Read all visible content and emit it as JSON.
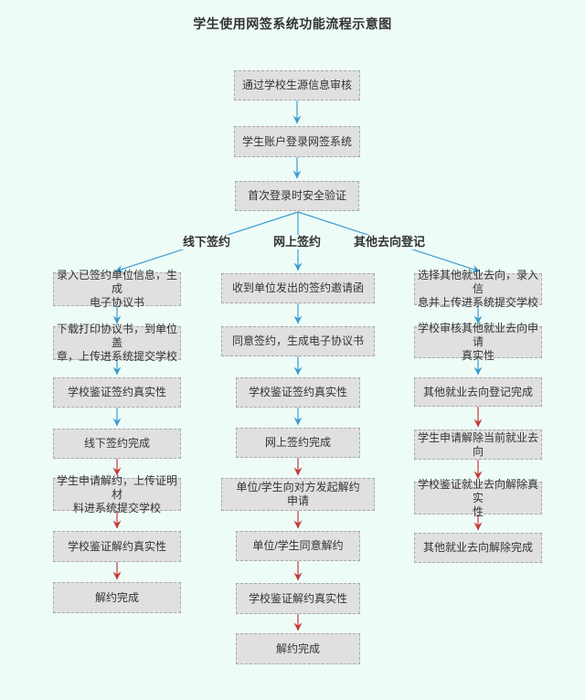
{
  "title": "学生使用网签系统功能流程示意图",
  "edge_labels": {
    "offline": "线下签约",
    "online": "网上签约",
    "other": "其他去向登记"
  },
  "nodes": {
    "t1": "通过学校生源信息审核",
    "t2": "学生账户登录网签系统",
    "t3": "首次登录时安全验证",
    "l1": "录入已签约单位信息，生成\n电子协议书",
    "l2": "下载打印协议书，到单位盖\n章，上传进系统提交学校",
    "l3": "学校鉴证签约真实性",
    "l4": "线下签约完成",
    "l5": "学生申请解约，上传证明材\n料进系统提交学校",
    "l6": "学校鉴证解约真实性",
    "l7": "解约完成",
    "m1": "收到单位发出的签约邀请函",
    "m2": "同意签约，生成电子协议书",
    "m3": "学校鉴证签约真实性",
    "m4": "网上签约完成",
    "m5": "单位/学生向对方发起解约\n申请",
    "m6": "单位/学生同意解约",
    "m7": "学校鉴证解约真实性",
    "m8": "解约完成",
    "r1": "选择其他就业去向，录入信\n息并上传进系统提交学校",
    "r2": "学校审核其他就业去向申请\n真实性",
    "r3": "其他就业去向登记完成",
    "r4": "学生申请解除当前就业去向",
    "r5": "学校鉴证就业去向解除真实\n性",
    "r6": "其他就业去向解除完成"
  },
  "colors": {
    "background": "#eefcf8",
    "node_fill": "#e0e0e0",
    "node_border": "#a9a9a9",
    "text": "#333333",
    "arrow_blue": "#3e9ccf",
    "arrow_red": "#c43c3c"
  }
}
